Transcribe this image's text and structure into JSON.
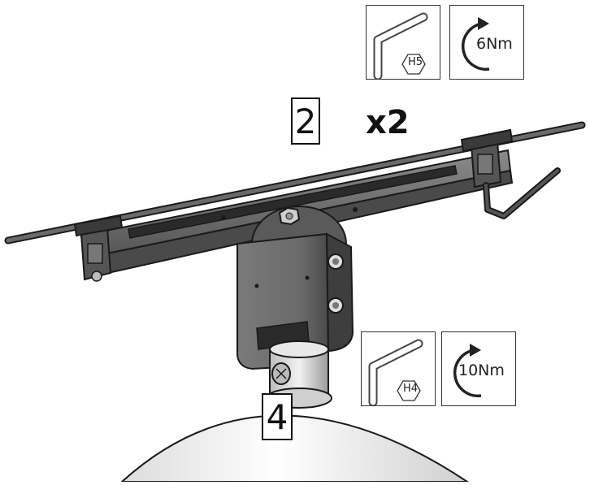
{
  "step_labels": {
    "step_main": "2",
    "quantity": "x2",
    "step_sub": "4"
  },
  "tools": {
    "top": {
      "hex_size": "H5",
      "torque": "6Nm"
    },
    "bottom": {
      "hex_size": "H4",
      "torque": "10Nm"
    }
  },
  "icons": [
    "hex-key-icon",
    "torque-icon"
  ],
  "colors": {
    "metal_dark": "#4a4a4a",
    "metal_mid": "#6e6e6e",
    "outline": "#1a1a1a"
  }
}
